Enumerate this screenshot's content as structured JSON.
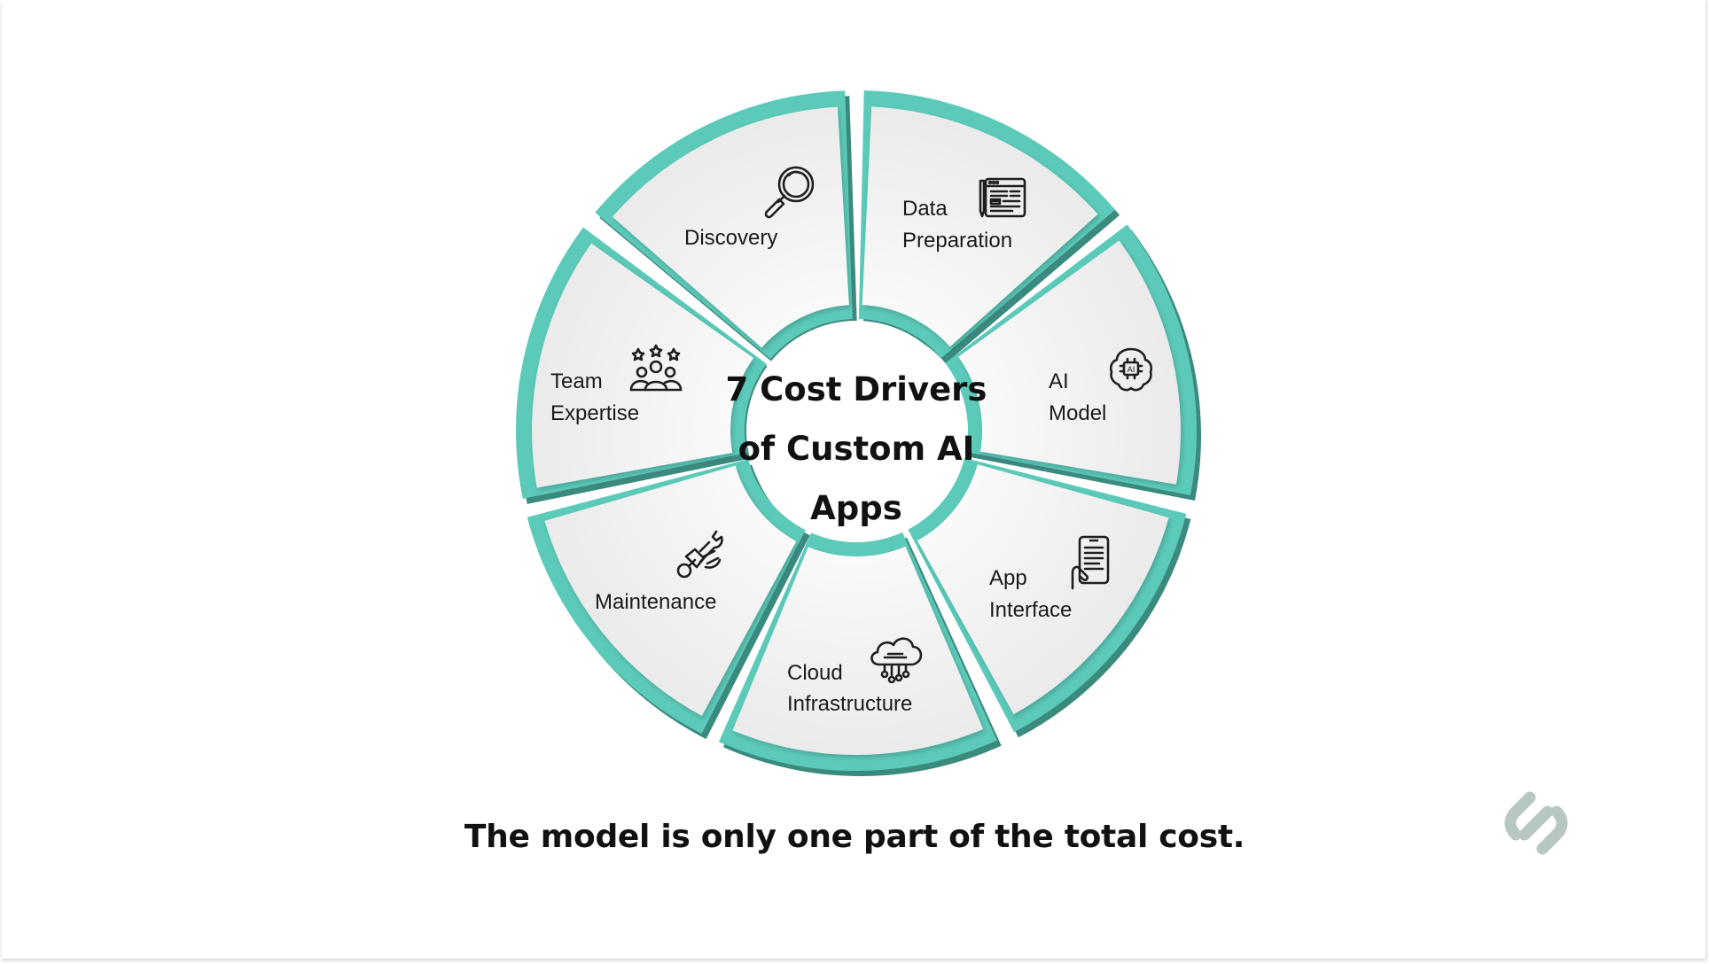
{
  "diagram": {
    "center_title": [
      "7 Cost Drivers",
      "of Custom AI",
      "Apps"
    ],
    "segments": [
      {
        "id": "discovery",
        "lines": [
          "Discovery"
        ],
        "icon": "magnifier-icon"
      },
      {
        "id": "data-preparation",
        "lines": [
          "Data",
          "Preparation"
        ],
        "icon": "data-sheet-icon"
      },
      {
        "id": "ai-model",
        "lines": [
          "AI",
          "Model"
        ],
        "icon": "ai-chip-brain-icon"
      },
      {
        "id": "app-interface",
        "lines": [
          "App",
          "Interface"
        ],
        "icon": "phone-hand-icon"
      },
      {
        "id": "cloud-infrastructure",
        "lines": [
          "Cloud",
          "Infrastructure"
        ],
        "icon": "cloud-network-icon"
      },
      {
        "id": "maintenance",
        "lines": [
          "Maintenance"
        ],
        "icon": "wrench-hand-icon"
      },
      {
        "id": "team-expertise",
        "lines": [
          "Team",
          "Expertise"
        ],
        "icon": "team-stars-icon"
      }
    ],
    "colors": {
      "outer_ring": "#5ccab9",
      "outer_shadow": "#3b8a7e",
      "segment_fill": "#f1f1f1",
      "logo": "#b9c7c3"
    }
  },
  "tagline": "The model is only one part of the total cost."
}
